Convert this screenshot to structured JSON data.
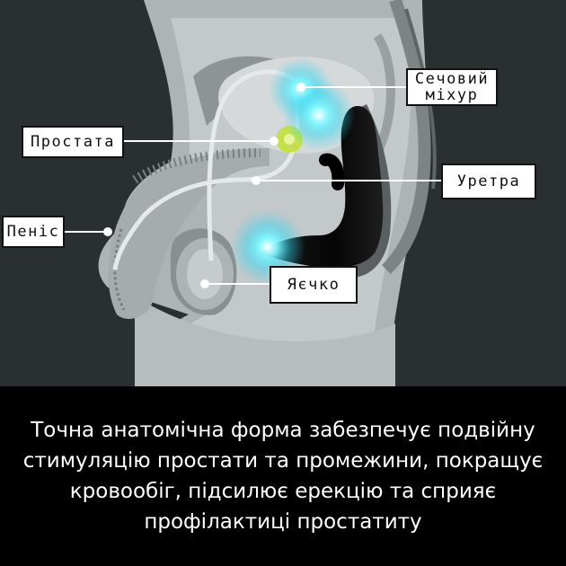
{
  "labels": {
    "bladder_line1": "Сечовий",
    "bladder_line2": "міхур",
    "prostate": "Простата",
    "urethra": "Уретра",
    "penis": "Пеніс",
    "testicle": "Яєчко"
  },
  "caption": "Точна анатомічна форма забезпечує подвійну стимуляцію простати та промежини, покращує кровообіг, підсилює ерекцію та сприяє профілактиці простатиту",
  "colors": {
    "background": "#2a3032",
    "body_fill": "#bcc2c4",
    "prostate_green": "#c6e04a",
    "glow": "#4ff0ff",
    "device": "#0d0d0d",
    "caption_bg": "#000000"
  },
  "icons": {
    "glow_spots": [
      "bladder-glow",
      "prostate-glow",
      "perineum-glow"
    ]
  }
}
